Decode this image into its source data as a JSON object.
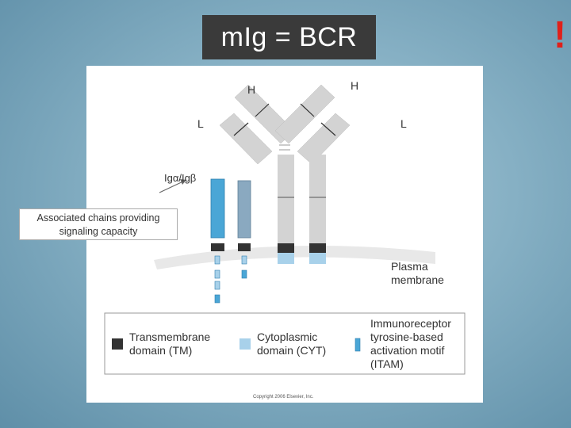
{
  "slide": {
    "title": "mIg = BCR",
    "alert_mark": "!"
  },
  "diagram": {
    "heavy_chain_left": "H",
    "heavy_chain_right": "H",
    "light_chain_left": "L",
    "light_chain_right": "L",
    "ig_alpha_beta": "Igα/Igβ",
    "plasma_membrane_line1": "Plasma",
    "plasma_membrane_line2": "membrane",
    "legend": {
      "tm_line1": "Transmembrane",
      "tm_line2": "domain (TM)",
      "cyt_line1": "Cytoplasmic",
      "cyt_line2": "domain (CYT)",
      "itam_line1": "Immunoreceptor",
      "itam_line2": "tyrosine-based",
      "itam_line3": "activation motif",
      "itam_line4": "(ITAM)"
    },
    "copyright": "Copyright 2006 Elsevier, Inc."
  },
  "callout": {
    "line1": "Associated chains providing",
    "line2": "signaling capacity"
  },
  "colors": {
    "tm": "#333333",
    "cyt": "#a8d1ea",
    "ig_alpha": "#4aa6d6",
    "ig_beta": "#8aa9c0",
    "chain_fill": "#d3d3d3",
    "alert": "#e0201a",
    "title_bg": "#3a3a3a"
  }
}
